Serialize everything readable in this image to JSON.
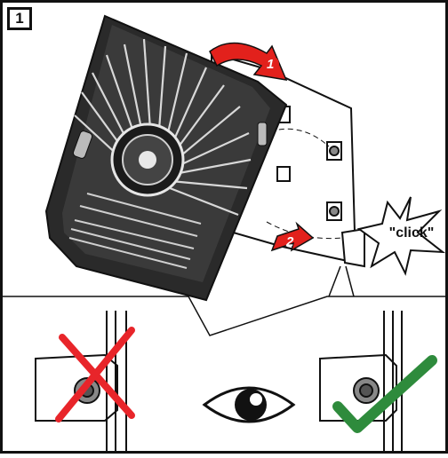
{
  "step": {
    "number": "1"
  },
  "arrows": {
    "first": "1",
    "second": "2"
  },
  "callout": {
    "text": "\"click\""
  },
  "colors": {
    "arrow_red": "#e2211c",
    "cross_red": "#e8252a",
    "check_green": "#2e8b3c",
    "line": "#111111"
  },
  "icons": [
    "inverter-device-icon",
    "mounting-bracket-icon",
    "eye-icon",
    "cross-mark-icon",
    "check-mark-icon",
    "click-starburst-icon"
  ]
}
